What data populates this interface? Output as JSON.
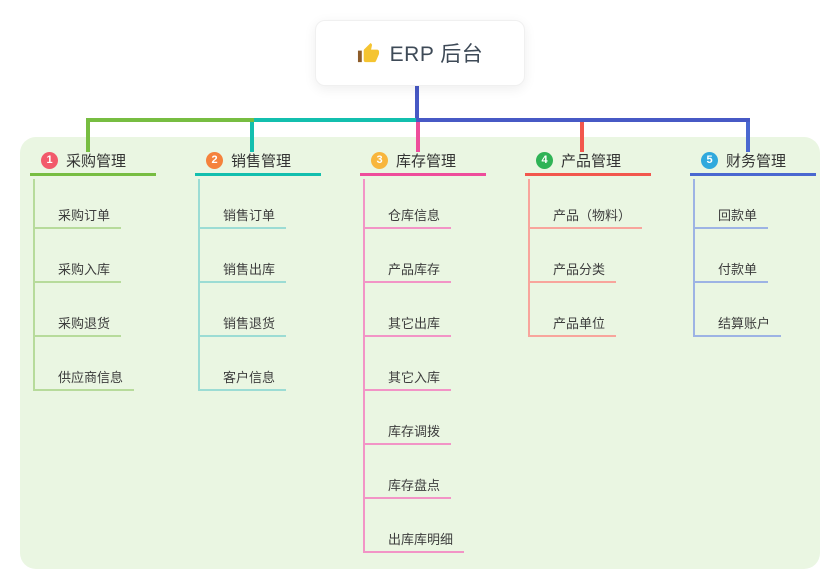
{
  "root": {
    "label": "ERP 后台",
    "icon": "thumbs-up-icon"
  },
  "colors": {
    "connector_blue": "#4759c5",
    "panel_bg": "#eaf6e2",
    "card_bg": "#ffffff",
    "thumb_yellow": "#f5c431",
    "thumb_cuff": "#8d5c2a",
    "root_text": "#3e4a57",
    "node_text": "#3d3d3d"
  },
  "branches": [
    {
      "badge": "1",
      "badge_color": "#f25a6b",
      "label": "采购管理",
      "line_color": "#77bd41",
      "child_line_color": "#b7db9b",
      "children": [
        "采购订单",
        "采购入库",
        "采购退货",
        "供应商信息"
      ]
    },
    {
      "badge": "2",
      "badge_color": "#f5823c",
      "label": "销售管理",
      "line_color": "#13bfae",
      "child_line_color": "#9cdcd4",
      "children": [
        "销售订单",
        "销售出库",
        "销售退货",
        "客户信息"
      ]
    },
    {
      "badge": "3",
      "badge_color": "#f8b63d",
      "label": "库存管理",
      "line_color": "#ee4d9b",
      "child_line_color": "#f294c6",
      "children": [
        "仓库信息",
        "产品库存",
        "其它出库",
        "其它入库",
        "库存调拨",
        "库存盘点",
        "出库库明细"
      ]
    },
    {
      "badge": "4",
      "badge_color": "#2fb356",
      "label": "产品管理",
      "line_color": "#f2574d",
      "child_line_color": "#f8a59c",
      "children": [
        "产品（物料）",
        "产品分类",
        "产品单位"
      ]
    },
    {
      "badge": "5",
      "badge_color": "#30a9dd",
      "label": "财务管理",
      "line_color": "#4a68d0",
      "child_line_color": "#9db3e4",
      "children": [
        "回款单",
        "付款单",
        "结算账户"
      ]
    }
  ]
}
